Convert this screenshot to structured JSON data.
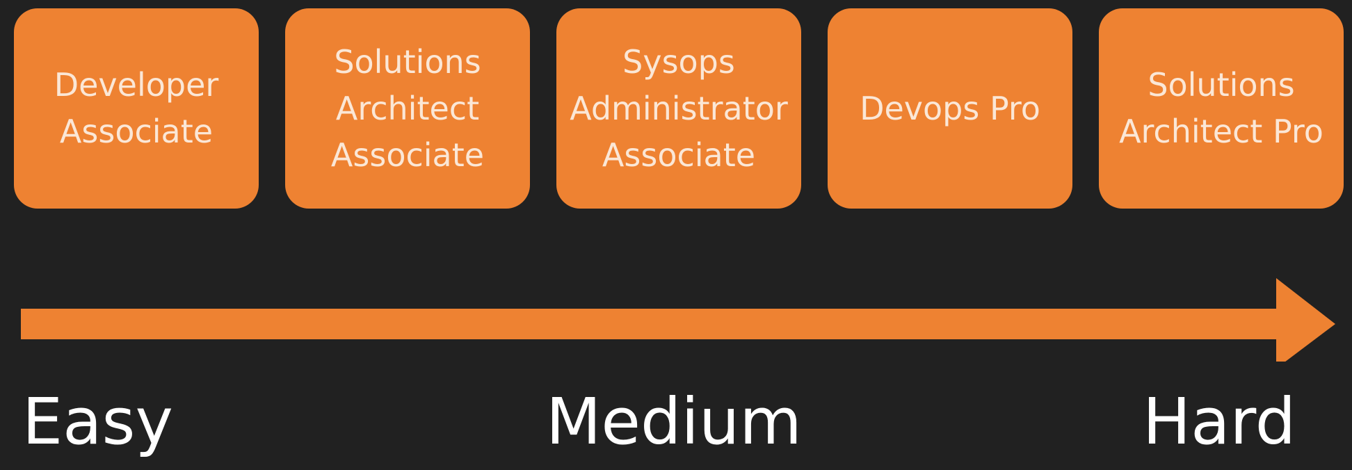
{
  "certifications": [
    {
      "label": "Developer\nAssociate"
    },
    {
      "label": "Solutions\nArchitect\nAssociate"
    },
    {
      "label": "Sysops\nAdministrator\nAssociate"
    },
    {
      "label": "Devops Pro"
    },
    {
      "label": "Solutions\nArchitect Pro"
    }
  ],
  "difficulty": {
    "easy": "Easy",
    "medium": "Medium",
    "hard": "Hard"
  },
  "colors": {
    "background": "#212121",
    "accent": "#ee8232",
    "text": "#ffffff"
  },
  "arrow": {
    "direction": "right",
    "icon": "arrow-right-icon"
  }
}
